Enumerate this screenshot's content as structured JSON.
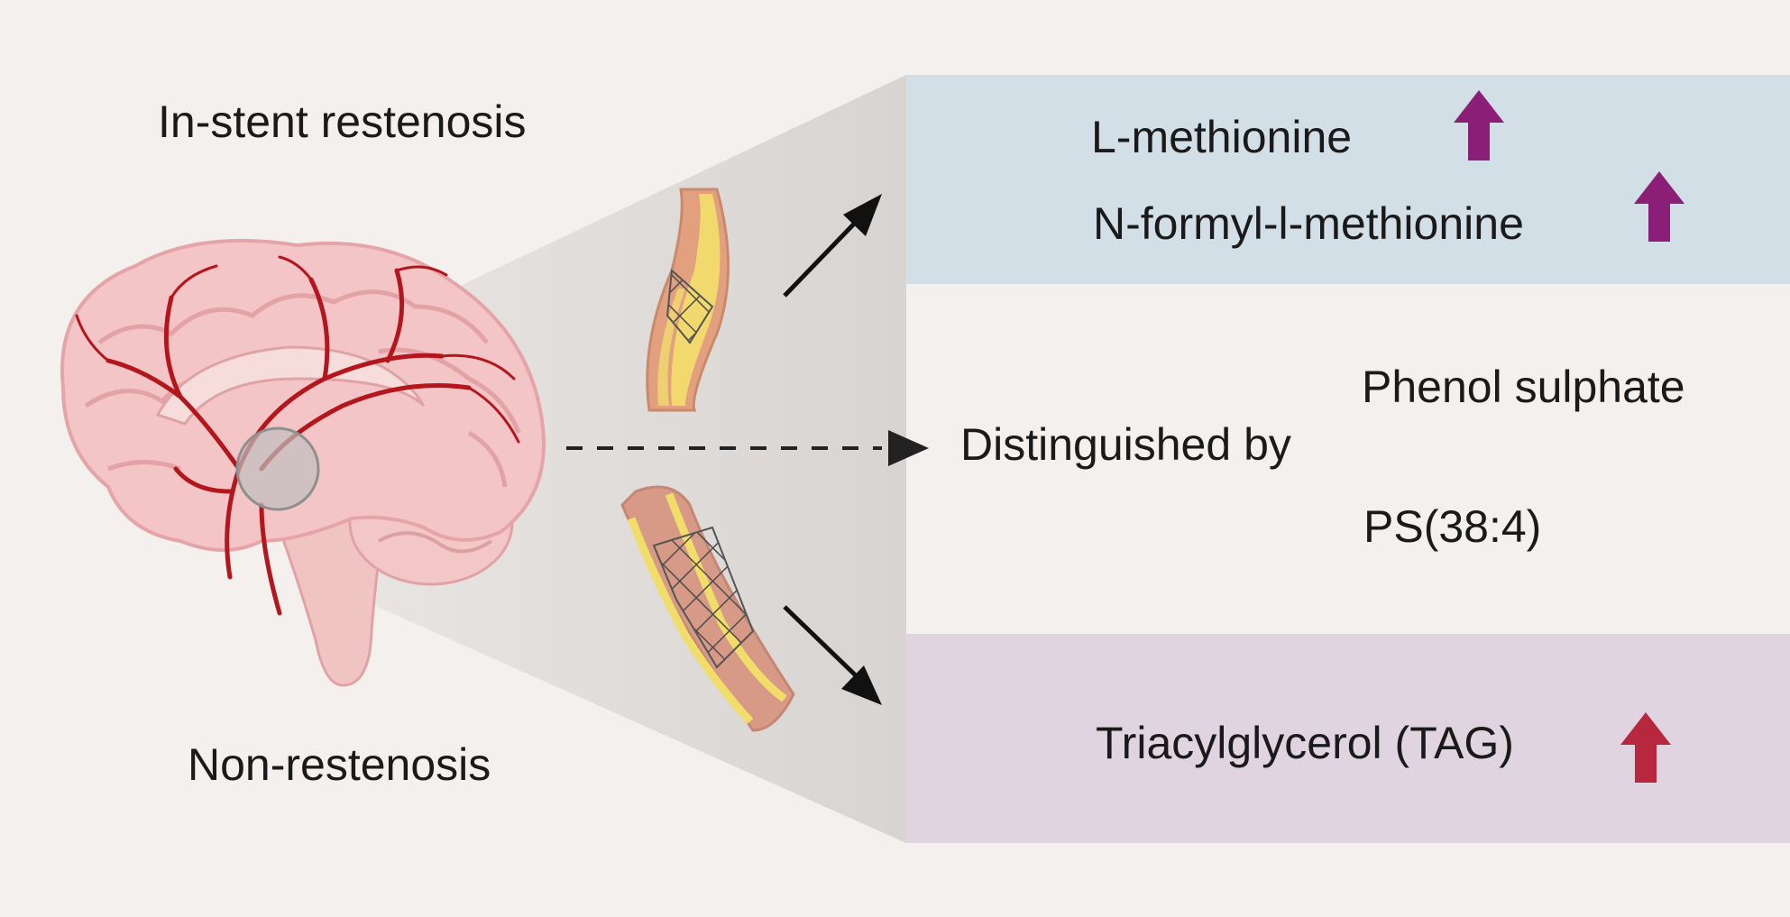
{
  "labels": {
    "in_stent_restenosis": "In-stent restenosis",
    "non_restenosis": "Non-restenosis",
    "distinguished_by": "Distinguished by"
  },
  "restenosis_markers": [
    {
      "name": "L-methionine",
      "direction": "up",
      "arrow_color": "#8b1f78"
    },
    {
      "name": "N-formyl-l-methionine",
      "direction": "up",
      "arrow_color": "#8b1f78"
    }
  ],
  "distinguishing_markers": [
    {
      "name": "Phenol sulphate"
    },
    {
      "name": "PS(38:4)"
    }
  ],
  "non_restenosis_markers": [
    {
      "name": "Triacylglycerol (TAG)",
      "direction": "up",
      "arrow_color": "#b7283e"
    }
  ],
  "colors": {
    "background": "#f3f0ee",
    "restenosis_box": "#d2dfe6",
    "non_restenosis_box": "#e0d4e1",
    "artery": "#b3161c",
    "brain": "#f2c2c3"
  },
  "icons": [
    "brain-icon",
    "stented-vessel-icon",
    "arrow-icon",
    "up-arrow-icon"
  ]
}
